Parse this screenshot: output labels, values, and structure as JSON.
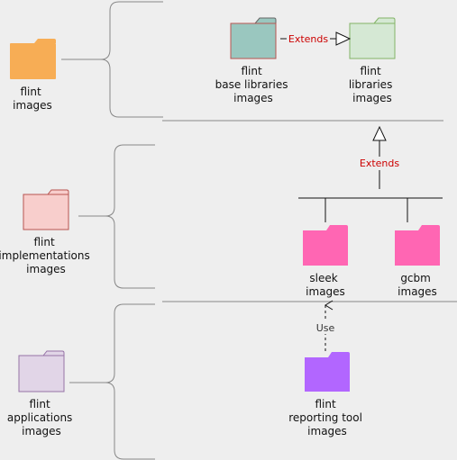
{
  "tiers": [
    {
      "id": "images",
      "label_lines": [
        "flint",
        "images"
      ]
    },
    {
      "id": "impl",
      "label_lines": [
        "flint",
        "implementations",
        "images"
      ]
    },
    {
      "id": "apps",
      "label_lines": [
        "flint",
        "applications",
        "images"
      ]
    }
  ],
  "nodes": {
    "base_libraries": {
      "label_lines": [
        "flint",
        "base libraries",
        "images"
      ]
    },
    "libraries": {
      "label_lines": [
        "flint",
        "libraries",
        "images"
      ]
    },
    "sleek": {
      "label_lines": [
        "sleek",
        "images"
      ]
    },
    "gcbm": {
      "label_lines": [
        "gcbm",
        "images"
      ]
    },
    "reporting_tool": {
      "label_lines": [
        "flint",
        "reporting tool",
        "images"
      ]
    }
  },
  "relations": {
    "extends_horizontal": "Extends",
    "extends_vertical": "Extends",
    "use": "Use"
  },
  "colors": {
    "background": "#eeeeee",
    "tier_images": "#f7ad55",
    "tier_impl": "#f8cecc",
    "tier_impl_stroke": "#b85450",
    "tier_apps": "#e1d5e7",
    "tier_apps_stroke": "#9673a6",
    "base_libraries": "#9ac7bf",
    "base_libraries_stroke": "#b85450",
    "libraries": "#d5e8d4",
    "libraries_stroke": "#82b366",
    "implementations": "#ff66b3",
    "reporting_tool": "#b266ff",
    "relation_text": "#cc0000",
    "use_text": "#333333",
    "lines": "#666666",
    "separators": "#888888",
    "brackets": "#888888"
  }
}
